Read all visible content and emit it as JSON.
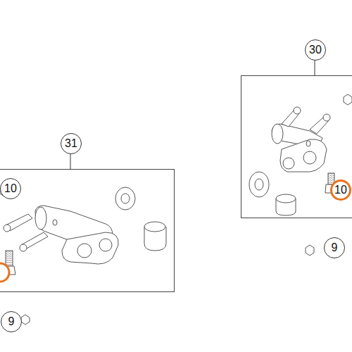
{
  "diagram": {
    "nodes": [
      {
        "text": [
          "31"
        ]
      },
      {
        "text": [
          "30"
        ]
      }
    ],
    "labels": [
      "10",
      "10",
      "9",
      "9"
    ]
  }
}
